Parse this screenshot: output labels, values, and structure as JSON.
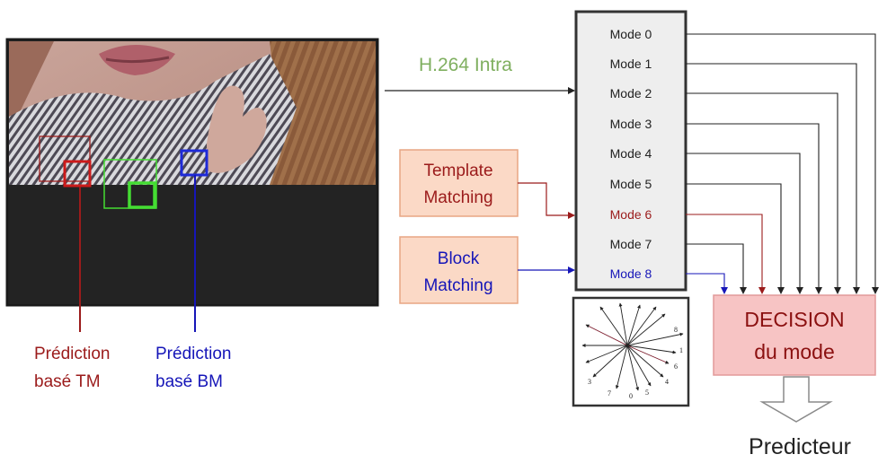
{
  "title_label": "H.264 Intra",
  "modes": [
    {
      "label": "Mode 0",
      "color": "#222222"
    },
    {
      "label": "Mode 1",
      "color": "#222222"
    },
    {
      "label": "Mode 2",
      "color": "#222222"
    },
    {
      "label": "Mode 3",
      "color": "#222222"
    },
    {
      "label": "Mode 4",
      "color": "#222222"
    },
    {
      "label": "Mode 5",
      "color": "#222222"
    },
    {
      "label": "Mode 6",
      "color": "#9b1b1b"
    },
    {
      "label": "Mode 7",
      "color": "#222222"
    },
    {
      "label": "Mode 8",
      "color": "#1616b8"
    }
  ],
  "template_matching": {
    "line1": "Template",
    "line2": "Matching"
  },
  "block_matching": {
    "line1": "Block",
    "line2": "Matching"
  },
  "decision": {
    "line1": "DECISION",
    "line2": "du mode"
  },
  "predictor_label": "Predicteur",
  "prediction_tm": {
    "line1": "Prédiction",
    "line2": "basé TM"
  },
  "prediction_bm": {
    "line1": "Prédiction",
    "line2": "basé BM"
  },
  "direction_numbers": [
    "8",
    "1",
    "6",
    "4",
    "5",
    "0",
    "7",
    "3"
  ],
  "colors": {
    "tm_red": "#9b1b1b",
    "bm_blue": "#1616b8",
    "intra_green": "#7faf5f",
    "green_square": "#44dd33",
    "box_fill": "#fbd9c6",
    "box_border": "#e8a684",
    "decision_fill": "#f7c4c4",
    "decision_border": "#e29a9a",
    "modes_fill": "#eeeeee",
    "modes_border": "#333333",
    "image_dark": "#232323"
  }
}
